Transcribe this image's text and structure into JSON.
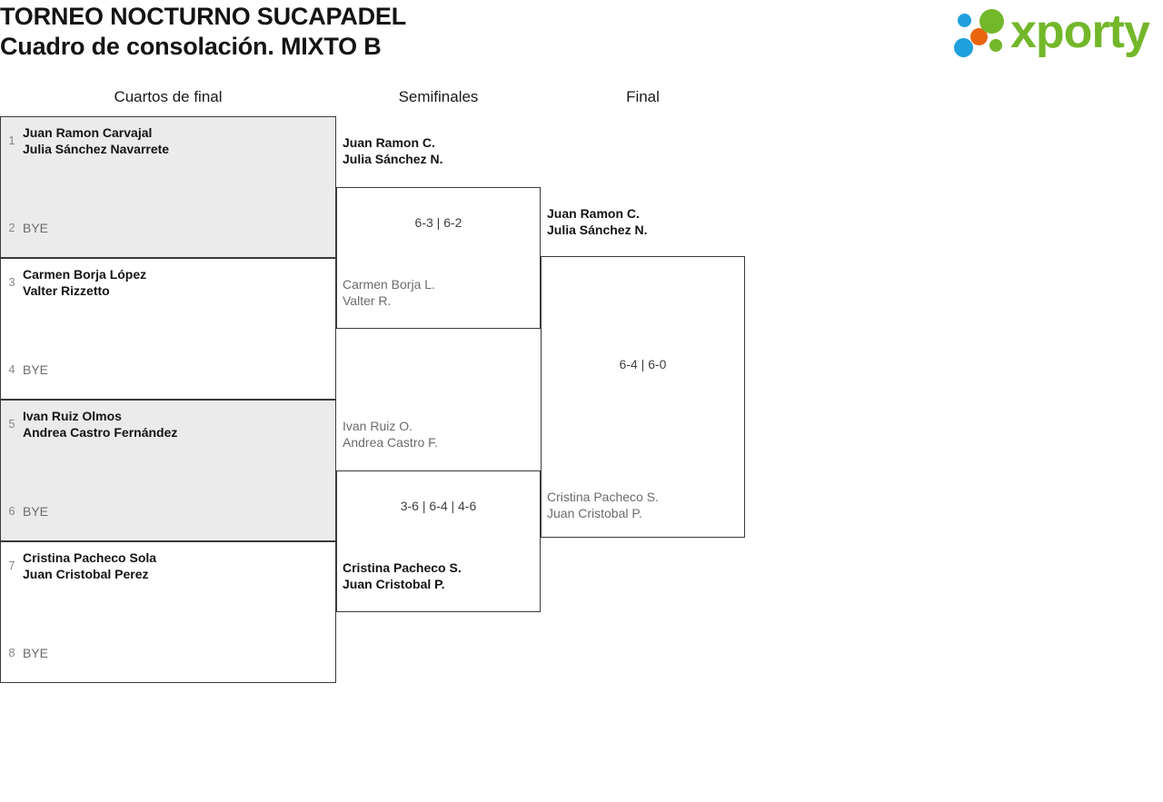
{
  "header": {
    "tournament_name": "TORNEO NOCTURNO SUCAPADEL",
    "draw_name": "Cuadro de consolación. MIXTO B",
    "logo_text": "xporty",
    "logo_colors": {
      "green": "#73b72a",
      "blue": "#1fa0dd",
      "orange": "#e8650d"
    }
  },
  "rounds": [
    {
      "label": "Cuartos de final"
    },
    {
      "label": "Semifinales"
    },
    {
      "label": "Final"
    }
  ],
  "bye_label": "BYE",
  "quarterfinals": [
    {
      "shaded": true,
      "top": {
        "seed": "1",
        "bye": false,
        "winner": true,
        "line1": "Juan Ramon Carvajal",
        "line2": "Julia Sánchez Navarrete"
      },
      "bottom": {
        "seed": "2",
        "bye": true,
        "winner": false,
        "line1": "BYE",
        "line2": ""
      }
    },
    {
      "shaded": false,
      "top": {
        "seed": "3",
        "bye": false,
        "winner": true,
        "line1": "Carmen Borja López",
        "line2": "Valter Rizzetto"
      },
      "bottom": {
        "seed": "4",
        "bye": true,
        "winner": false,
        "line1": "BYE",
        "line2": ""
      }
    },
    {
      "shaded": true,
      "top": {
        "seed": "5",
        "bye": false,
        "winner": true,
        "line1": "Ivan Ruiz Olmos",
        "line2": "Andrea Castro Fernández"
      },
      "bottom": {
        "seed": "6",
        "bye": true,
        "winner": false,
        "line1": "BYE",
        "line2": ""
      }
    },
    {
      "shaded": false,
      "top": {
        "seed": "7",
        "bye": false,
        "winner": true,
        "line1": "Cristina Pacheco Sola",
        "line2": "Juan Cristobal Perez"
      },
      "bottom": {
        "seed": "8",
        "bye": true,
        "winner": false,
        "line1": "BYE",
        "line2": ""
      }
    }
  ],
  "semifinals": [
    {
      "score": "6-3 | 6-2",
      "top": {
        "winner": true,
        "line1": "Juan Ramon C.",
        "line2": "Julia Sánchez N."
      },
      "bottom": {
        "winner": false,
        "line1": "Carmen Borja L.",
        "line2": "Valter R."
      }
    },
    {
      "score": "3-6 | 6-4 | 4-6",
      "top": {
        "winner": false,
        "line1": "Ivan Ruiz O.",
        "line2": "Andrea Castro F."
      },
      "bottom": {
        "winner": true,
        "line1": "Cristina Pacheco S.",
        "line2": "Juan Cristobal P."
      }
    }
  ],
  "final": {
    "score": "6-4 | 6-0",
    "top": {
      "winner": true,
      "line1": "Juan Ramon C.",
      "line2": "Julia Sánchez N."
    },
    "bottom": {
      "winner": false,
      "line1": "Cristina Pacheco S.",
      "line2": "Juan Cristobal P."
    }
  }
}
